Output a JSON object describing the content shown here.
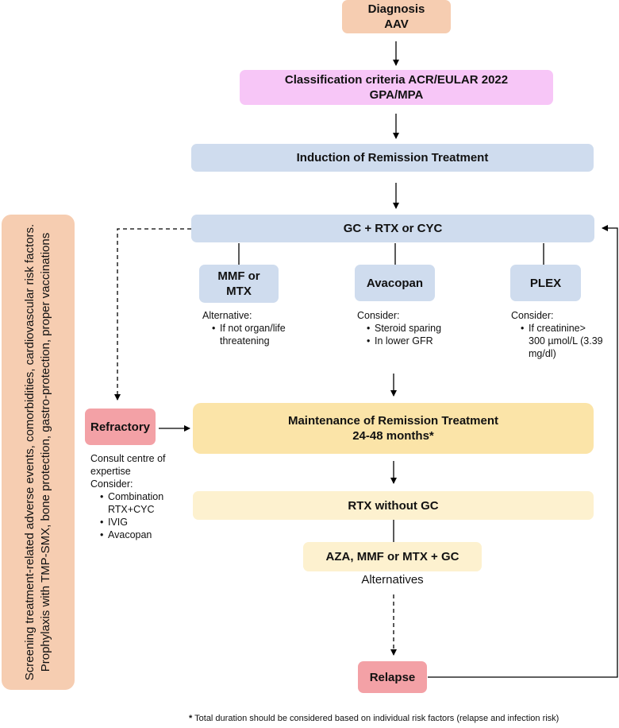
{
  "diagnosis": {
    "line1": "Diagnosis",
    "line2": "AAV"
  },
  "classification": {
    "line1": "Classification criteria ACR/EULAR 2022",
    "line2": "GPA/MPA"
  },
  "induction": {
    "label": "Induction of Remission Treatment"
  },
  "gc_rtx_cyc": {
    "label": "GC + RTX or CYC"
  },
  "mmf_mtx": {
    "line1": "MMF or",
    "line2": "MTX",
    "note_title": "Alternative:",
    "note_items": [
      "If not organ/life threatening"
    ]
  },
  "avacopan": {
    "label": "Avacopan",
    "note_title": "Consider:",
    "note_items": [
      "Steroid sparing",
      "In lower GFR"
    ]
  },
  "plex": {
    "label": "PLEX",
    "note_title": "Consider:",
    "note_items": [
      "If creatinine> 300 µmol/L (3.39 mg/dl)"
    ]
  },
  "refractory": {
    "label": "Refractory",
    "note_line1": "Consult centre of expertise",
    "note_line2": "Consider:",
    "note_items": [
      "Combination RTX+CYC",
      "IVIG",
      "Avacopan"
    ]
  },
  "maintenance": {
    "line1": "Maintenance of Remission Treatment",
    "line2": "24-48 months*"
  },
  "rtx_without_gc": {
    "label": "RTX without GC"
  },
  "aza_mmf": {
    "label": "AZA, MMF or MTX + GC"
  },
  "alternatives": {
    "label": "Alternatives"
  },
  "relapse": {
    "label": "Relapse"
  },
  "side_panel": {
    "text": "Screening treatment-related adverse events, comorbidities, cardiovascular risk factors. Prophylaxis with TMP-SMX, bone protection, gastro-protection, proper vaccinations"
  },
  "footnote": {
    "marker": "*",
    "text": " Total duration should be considered based on individual risk factors (relapse and infection risk)"
  },
  "colors": {
    "peach": "#f6cdb1",
    "pink": "#f7c6f7",
    "blue": "#cfdcee",
    "yellow": "#fbe4a8",
    "light_yellow": "#fdf1cf",
    "red": "#f3a1a6"
  }
}
